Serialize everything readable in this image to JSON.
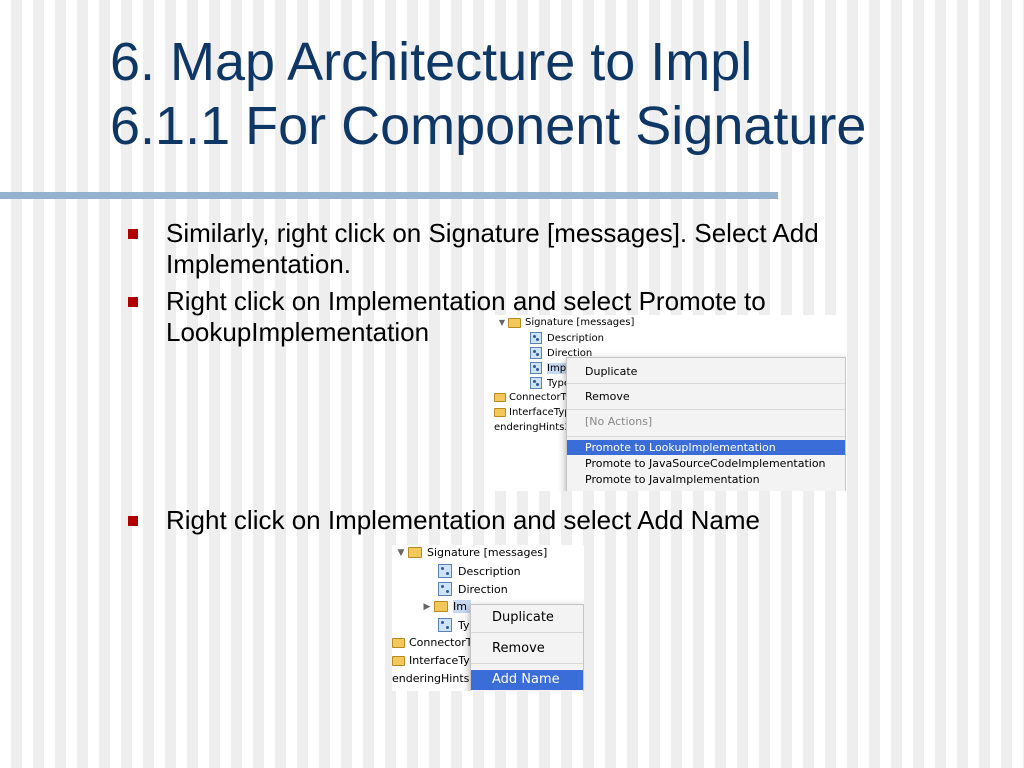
{
  "slide": {
    "title_line1": "6. Map Architecture to Impl",
    "title_line2": "6.1.1 For Component Signature",
    "bullets": [
      "Similarly, right click on Signature [messages]. Select Add Implementation.",
      "Right click on Implementation and select Promote to LookupImplementation",
      "Right click on Implementation and select Add Name"
    ],
    "accent_color": "#0f3766",
    "rule_color": "#95b1d0",
    "bullet_color": "#b00000"
  },
  "shot1": {
    "tree": {
      "signature": "Signature [messages]",
      "description": "Description",
      "direction": "Direction",
      "implementation_partial": "Impl",
      "type_partial": "Type",
      "connector_partial": "ConnectorTyp",
      "interface_partial": "InterfaceType",
      "rendering_partial": "enderingHints3"
    },
    "menu": {
      "items": [
        "Duplicate",
        "Remove",
        "[No Actions]",
        "Promote to LookupImplementation",
        "Promote to JavaSourceCodeImplementation",
        "Promote to JavaImplementation"
      ],
      "selected": "Promote to LookupImplementation",
      "selection_color": "#3a6dd8"
    }
  },
  "shot2": {
    "tree": {
      "signature": "Signature [messages]",
      "description": "Description",
      "direction": "Direction",
      "implementation_partial": "Im",
      "type_partial": "Ty",
      "connector_partial": "ConnectorT",
      "interface_partial": "InterfaceTyp",
      "rendering_partial": "enderingHints3"
    },
    "menu": {
      "items": [
        "Duplicate",
        "Remove",
        "Add Name"
      ],
      "selected": "Add Name",
      "selection_color": "#3a6dd8"
    }
  }
}
